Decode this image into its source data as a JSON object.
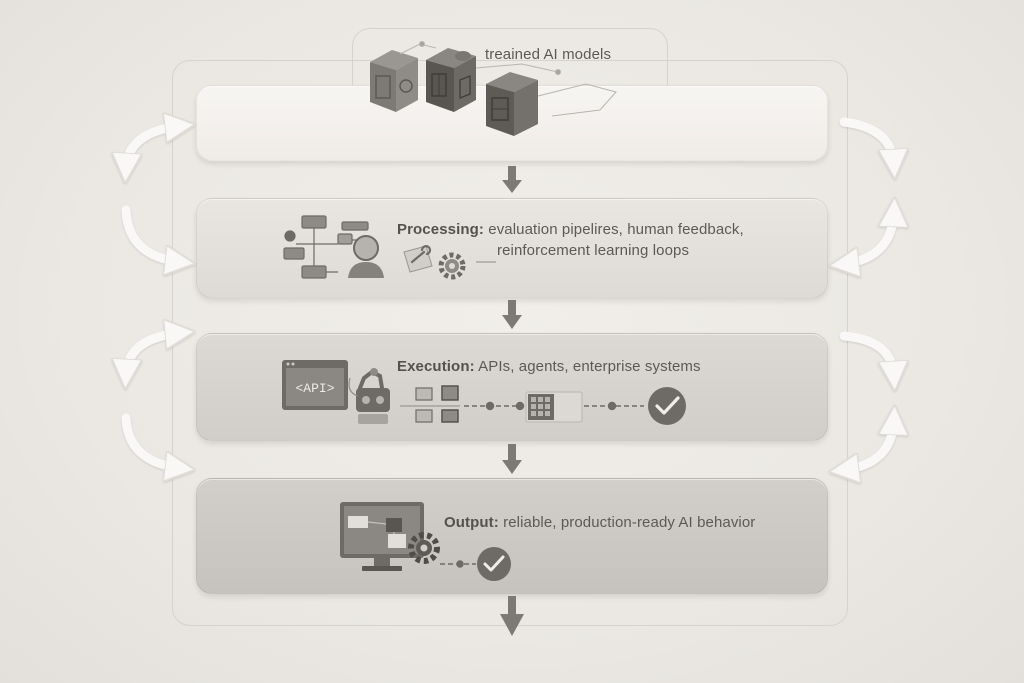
{
  "diagram": {
    "input": {
      "label": "treained AI models"
    },
    "processing": {
      "title": "Processing:",
      "line1": "evaluation pipelires, human feedback,",
      "line2": "reinforcement learning loops"
    },
    "execution": {
      "title": "Execution:",
      "text": "APIs, agents, enterprise systems",
      "api_label": "<API>"
    },
    "output": {
      "title": "Output:",
      "text": "reliable, production-ready AI behavior"
    }
  },
  "icons": [
    "cube-icon",
    "flowchart-icon",
    "person-icon",
    "wrench-icon",
    "gear-icon",
    "api-window-icon",
    "robot-icon",
    "checkmark-icon",
    "monitor-icon",
    "arrow-down-icon",
    "loop-arrow-icon"
  ],
  "colors": {
    "dark_icon": "#6b6864",
    "mid_icon": "#8e8b86",
    "light_arrow": "#f7f6f3",
    "arrow_gray": "#7d7a75"
  }
}
